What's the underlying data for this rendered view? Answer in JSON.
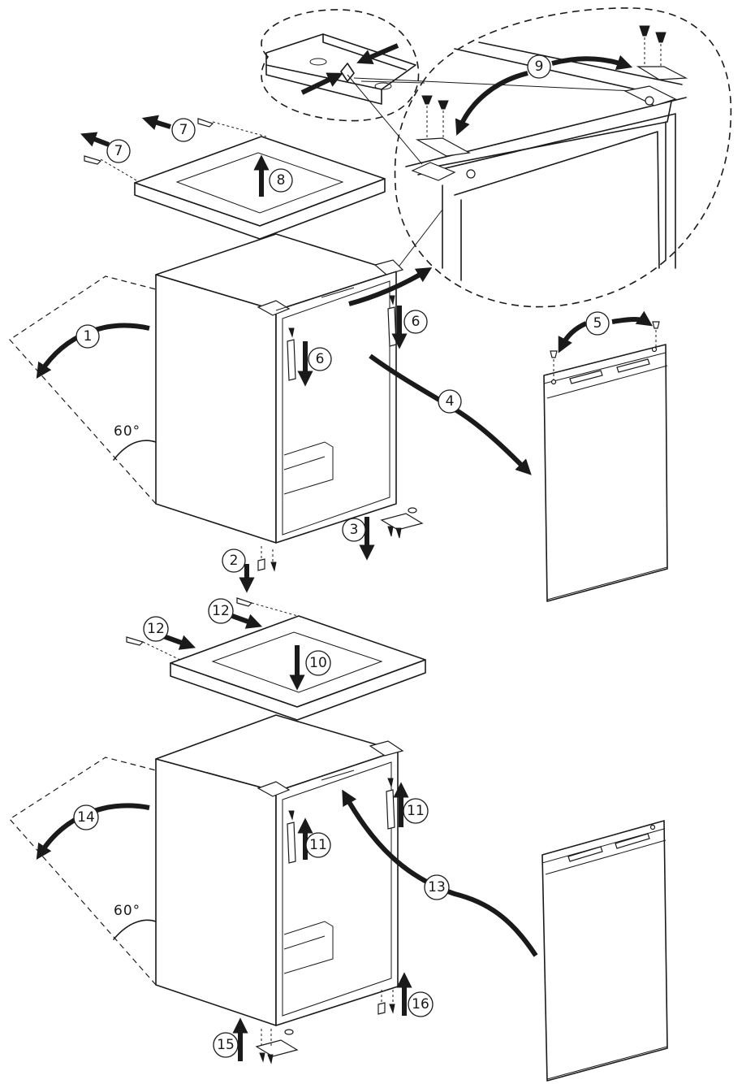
{
  "diagram": {
    "angle_label_top": "60°",
    "angle_label_bottom": "60°",
    "steps": [
      {
        "id": "s1",
        "label": "1"
      },
      {
        "id": "s2",
        "label": "2"
      },
      {
        "id": "s3",
        "label": "3"
      },
      {
        "id": "s4",
        "label": "4"
      },
      {
        "id": "s5",
        "label": "5"
      },
      {
        "id": "s6a",
        "label": "6"
      },
      {
        "id": "s6b",
        "label": "6"
      },
      {
        "id": "s7a",
        "label": "7"
      },
      {
        "id": "s7b",
        "label": "7"
      },
      {
        "id": "s8",
        "label": "8"
      },
      {
        "id": "s9",
        "label": "9"
      },
      {
        "id": "s10",
        "label": "10"
      },
      {
        "id": "s11a",
        "label": "11"
      },
      {
        "id": "s11b",
        "label": "11"
      },
      {
        "id": "s12a",
        "label": "12"
      },
      {
        "id": "s12b",
        "label": "12"
      },
      {
        "id": "s13",
        "label": "13"
      },
      {
        "id": "s14",
        "label": "14"
      },
      {
        "id": "s15",
        "label": "15"
      },
      {
        "id": "s16",
        "label": "16"
      }
    ]
  }
}
